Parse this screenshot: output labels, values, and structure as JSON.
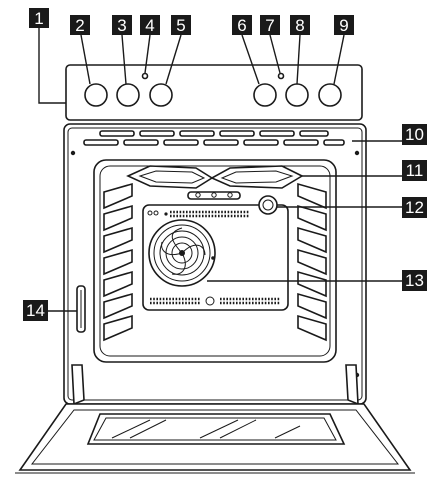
{
  "figure": {
    "description_free": true,
    "callouts": [
      {
        "id": "1",
        "label": "1"
      },
      {
        "id": "2",
        "label": "2"
      },
      {
        "id": "3",
        "label": "3"
      },
      {
        "id": "4",
        "label": "4"
      },
      {
        "id": "5",
        "label": "5"
      },
      {
        "id": "6",
        "label": "6"
      },
      {
        "id": "7",
        "label": "7"
      },
      {
        "id": "8",
        "label": "8"
      },
      {
        "id": "9",
        "label": "9"
      },
      {
        "id": "10",
        "label": "10"
      },
      {
        "id": "11",
        "label": "11"
      },
      {
        "id": "12",
        "label": "12"
      },
      {
        "id": "13",
        "label": "13"
      },
      {
        "id": "14",
        "label": "14"
      }
    ]
  },
  "colors": {
    "callout_bg": "#1a1a1a",
    "callout_text": "#ffffff",
    "line": "#1a1a1a"
  }
}
